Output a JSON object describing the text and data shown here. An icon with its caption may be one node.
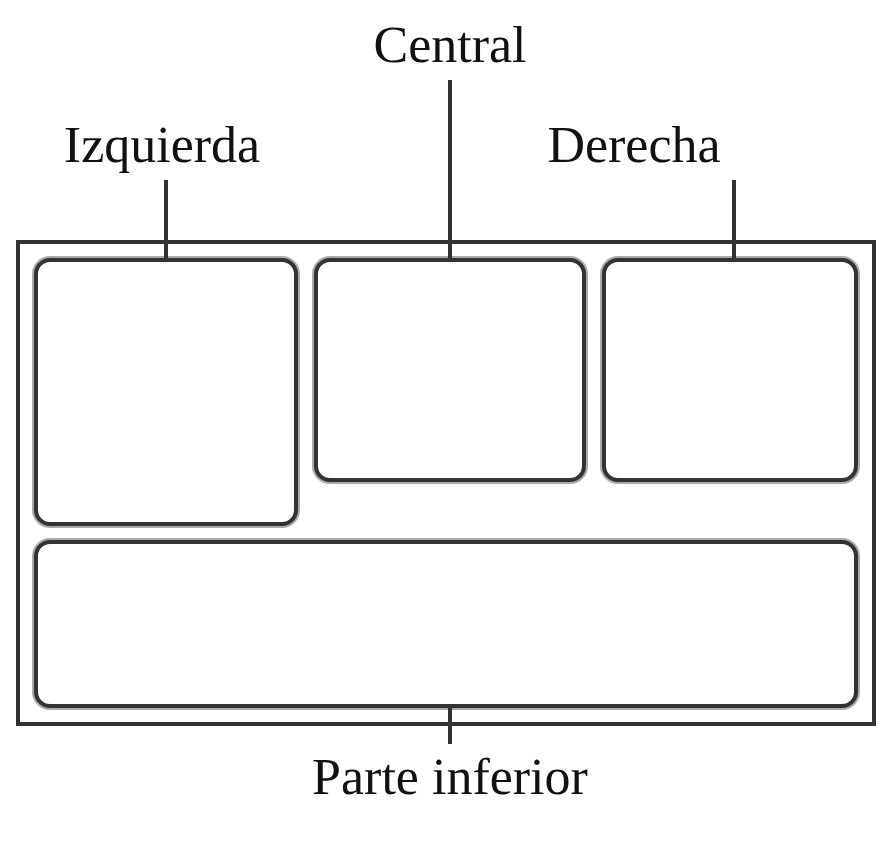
{
  "diagram": {
    "nodes": [
      {
        "text": [],
        "shape": "box"
      },
      {
        "text": [],
        "shape": "box",
        "in": 0
      },
      {
        "text": [],
        "shape": "box",
        "in": 0
      },
      {
        "text": [],
        "shape": "box",
        "in": 0
      },
      {
        "text": [],
        "shape": "box",
        "in": 0
      },
      {
        "text": [
          "Izquierda"
        ]
      },
      {
        "text": [
          "Derecha"
        ]
      },
      {
        "text": [
          "Central"
        ]
      },
      {
        "text": [
          "Parte inferior"
        ]
      }
    ],
    "edges": [
      {
        "from": 5,
        "to": 1,
        "arrow": "none"
      },
      {
        "from": 7,
        "to": 2,
        "arrow": "none"
      },
      {
        "from": 6,
        "to": 3,
        "arrow": "none"
      },
      {
        "from": 8,
        "to": 4,
        "arrow": "none"
      }
    ]
  }
}
